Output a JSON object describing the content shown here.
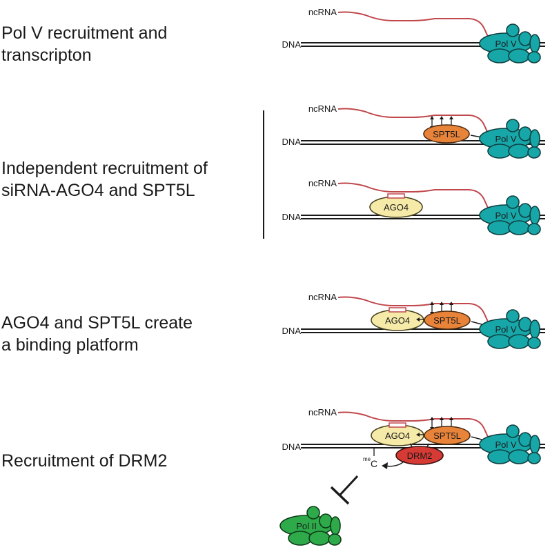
{
  "steps": [
    {
      "label_line1": "Pol V recruitment and",
      "label_line2": "transcripton"
    },
    {
      "label_line1": "Independent recruitment of",
      "label_line2": "siRNA-AGO4 and SPT5L"
    },
    {
      "label_line1": "AGO4 and SPT5L create",
      "label_line2": "a binding platform"
    },
    {
      "label_line1": "Recruitment of DRM2",
      "label_line2": ""
    }
  ],
  "diagram": {
    "ncrna_label": "ncRNA",
    "dna_label": "DNA",
    "pol_v_label": "Pol V",
    "spt5l_label": "SPT5L",
    "ago4_label": "AGO4",
    "drm2_label": "DRM2",
    "mec_sup": "me",
    "mec_base": "C",
    "pol_ii_label": "Pol II"
  },
  "colors": {
    "ncrna": "#c0474b",
    "pol_v": "#17a7a8",
    "spt5l": "#e8833a",
    "ago4": "#f6eaa9",
    "drm2": "#d63a35",
    "pol_ii": "#2eaa4a",
    "line": "#1a1a1a"
  }
}
